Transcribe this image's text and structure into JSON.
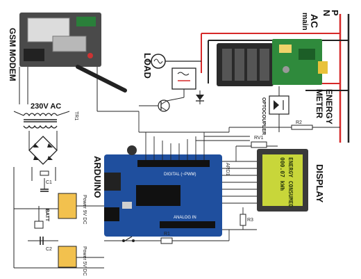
{
  "labels": {
    "gsm_modem": "GSM MODEM",
    "load": "LOAD",
    "ac_main": "AC",
    "ac_main_sub": "main",
    "phase": "P",
    "neutral": "N",
    "energy_meter": "ENERGY",
    "energy_meter_sub": "METER",
    "optocoupler": "OPTOCOUPLER",
    "arduino": "ARDUINO",
    "display": "DISPLAY",
    "ac_230": "230V AC",
    "transformer": "TR1",
    "battery": "BATT",
    "power_9v_1": "Power 9V DC",
    "power_9v_2": "Power 5V DC",
    "digital_pwm": "DIGITAL (~PWM)",
    "analog_in": "ANALOG IN",
    "ard1": "ARD1",
    "lcd_line1": "ENERGY CONSUMED",
    "lcd_line2": "000.07 kWh",
    "c1": "C1",
    "c2": "C2",
    "r1": "R1",
    "r2": "R2",
    "r3": "R3",
    "rv1": "RV1"
  },
  "colors": {
    "board": "#1f4f9e",
    "board_dark": "#163a77",
    "lcd_bg": "#c8d63a",
    "lcd_text": "#2b3a10",
    "meter_green": "#2f8a3c",
    "wire_phase": "#d62828",
    "wire": "#222222",
    "gsm_board": "#4a4a4a"
  },
  "icons": {
    "antenna": "antenna-icon",
    "bulb": "bulb-icon",
    "relay": "relay-icon",
    "bridge": "bridge-rectifier-icon"
  }
}
